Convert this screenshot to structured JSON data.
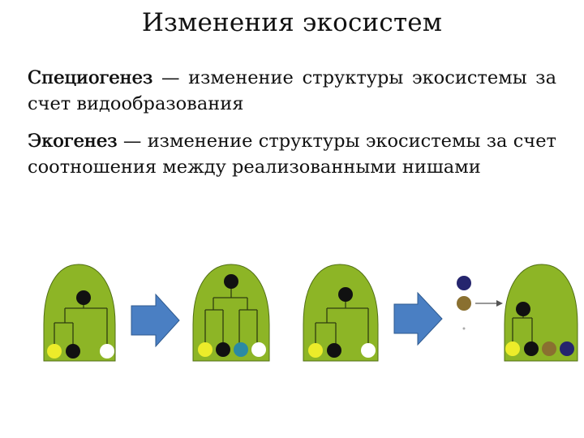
{
  "title": "Изменения экосистем",
  "paragraphs": [
    {
      "term": "Специогенез",
      "text": " — изменение структуры экосистемы за счет видообразования"
    },
    {
      "term": "Экогенез",
      "text": " — изменение структуры экосистемы за счет соотношения между реализованными нишами"
    }
  ],
  "colors": {
    "niche_fill": "#8db526",
    "niche_stroke": "#506e14",
    "arrow_fill": "#4a7fc3",
    "arrow_stroke": "#2e5a8f",
    "tree_line": "#2f3d10",
    "species_black": "#111111",
    "species_yellow": "#ecec2a",
    "species_white": "#ffffff",
    "species_teal": "#2b8aa3",
    "species_brown": "#8a7030",
    "species_navy": "#25256e"
  },
  "panels": [
    {
      "name": "before-speciation",
      "species": [
        "yellow",
        "black",
        "white"
      ]
    },
    {
      "name": "after-speciation",
      "species": [
        "yellow",
        "black",
        "teal",
        "white"
      ]
    },
    {
      "name": "before-ecogenesis",
      "species": [
        "yellow",
        "black",
        "white"
      ]
    },
    {
      "name": "after-ecogenesis",
      "species": [
        "yellow",
        "black",
        "brown",
        "navy"
      ]
    }
  ],
  "migrants": [
    "navy",
    "brown"
  ]
}
